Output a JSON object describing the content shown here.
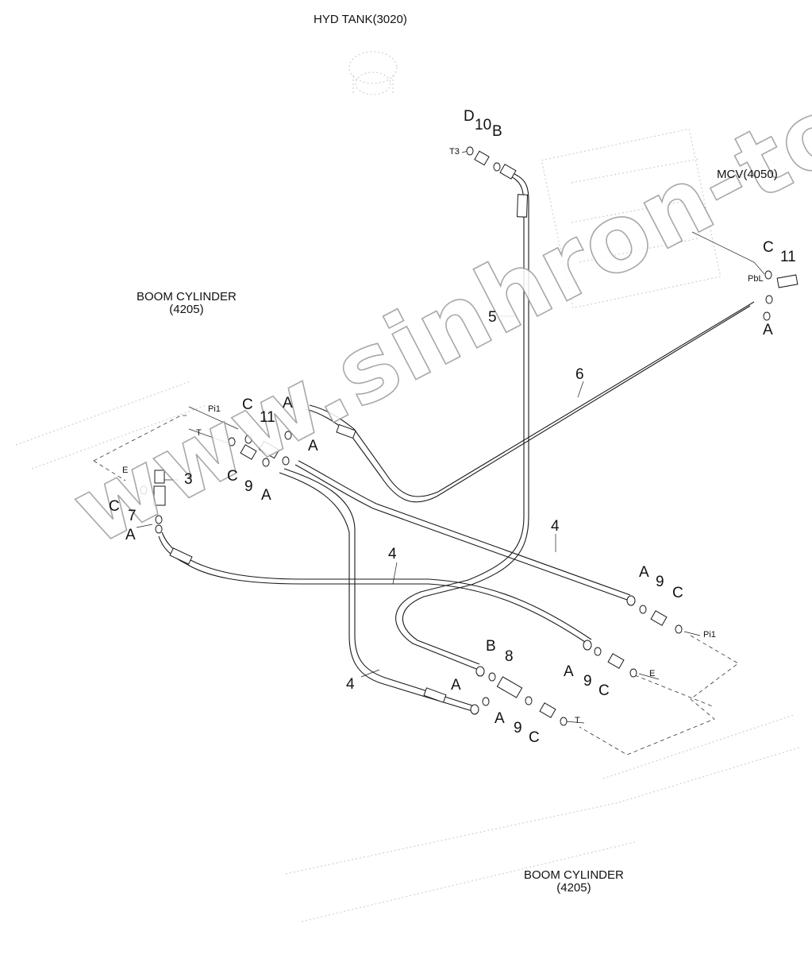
{
  "headers": {
    "hyd_tank": "HYD TANK(3020)",
    "mcv": "MCV(4050)",
    "boom_cylinder_upper": [
      "BOOM CYLINDER",
      "(4205)"
    ],
    "boom_cylinder_lower": [
      "BOOM CYLINDER",
      "(4205)"
    ]
  },
  "watermark": "www.sinhron-too.kz",
  "top_fitting_labels": {
    "D": "D",
    "n10": "10",
    "B": "B",
    "T3": "T3"
  },
  "mcv_labels": {
    "C": "C",
    "n11": "11",
    "PbL": "PbL",
    "A": "A"
  },
  "hose_labels": {
    "n5": "5",
    "n6": "6",
    "n4a": "4",
    "n4b": "4",
    "n4c": "4"
  },
  "left_group": {
    "Pi1": "Pi1",
    "T": "T",
    "C_top": "C",
    "n11": "11",
    "A_top": "A",
    "A_mid": "A",
    "C_low": "C",
    "n9": "9",
    "A_low": "A",
    "n3": "3",
    "E": "E",
    "C_left": "C",
    "n7": "7",
    "A_left": "A"
  },
  "right_group": {
    "A1": "A",
    "n9a": "9",
    "C1": "C",
    "Pi1": "Pi1",
    "B": "B",
    "n8": "8",
    "A2": "A",
    "n9b": "9",
    "C2": "C",
    "E": "E",
    "A3": "A",
    "A4": "A",
    "n9c": "9",
    "C3": "C",
    "T": "T"
  },
  "colors": {
    "line": "#1a1a1a",
    "ghost": "#c8c8c8",
    "watermark_stroke": "#9a9a9a"
  }
}
